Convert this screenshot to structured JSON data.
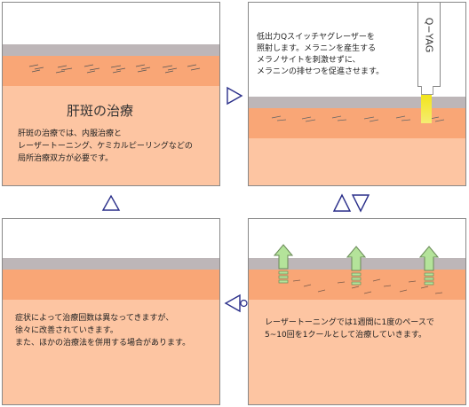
{
  "colors": {
    "skin": "#fdc5a2",
    "melanin_band": "#f9a676",
    "surface": "#bdb6b8",
    "arrow_outline": "#2a2f8a",
    "laser_beam": "#f2e51b",
    "lift_arrow": "#b4e39a",
    "lift_arrow_outline": "#6a8a58"
  },
  "panel1": {
    "title": "肝斑の治療",
    "lines": [
      "肝斑の治療では、内服治療と",
      "レーザートーニング、ケミカルピーリングなどの",
      "局所治療双方が必要です。"
    ]
  },
  "panel2": {
    "lines": [
      "低出力Qスイッチヤグレーザーを",
      "照射します。メラニンを産生する",
      "メラノサイトを刺激せずに、",
      "メラニンの排せつを促進させます。"
    ],
    "device_label": "Q−YAG"
  },
  "panel3": {
    "lines": [
      "レーザートーニングでは1週間に1度のペースで",
      "5~10回を1クールとして治療していきます。"
    ]
  },
  "panel4": {
    "lines": [
      "症状によって治療回数は異なってきますが、",
      "徐々に改善されていきます。",
      "また、ほかの治療法を併用する場合があります。"
    ]
  }
}
